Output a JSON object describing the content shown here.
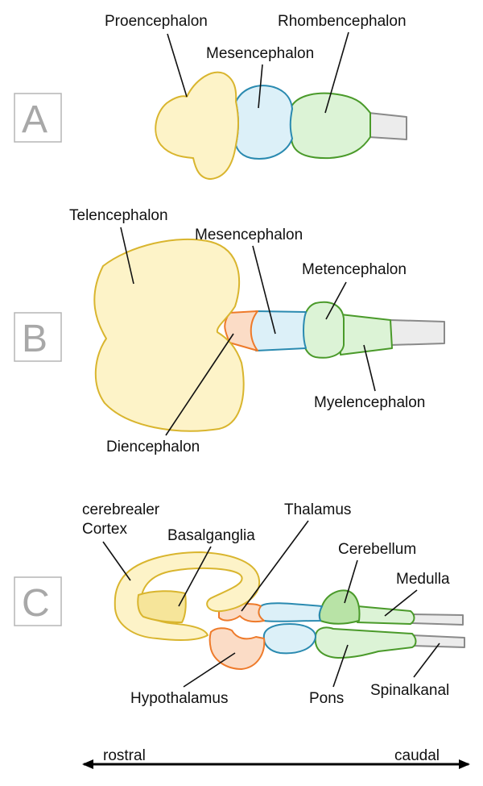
{
  "colors": {
    "prosencephalon_fill": "#fdf3c8",
    "prosencephalon_stroke": "#d9b52e",
    "mesencephalon_fill": "#dcf0f8",
    "mesencephalon_stroke": "#2a8ab0",
    "rhombencephalon_fill": "#dcf3d6",
    "rhombencephalon_stroke": "#4a9a2a",
    "diencephalon_fill": "#fbdcc6",
    "diencephalon_stroke": "#ee7a2a",
    "cerebellum_fill": "#b8e3a6",
    "basal_fill": "#f6e59a",
    "spinal_fill": "#ececec",
    "spinal_stroke": "#8a8a8a"
  },
  "panels": [
    {
      "letter": "A"
    },
    {
      "letter": "B"
    },
    {
      "letter": "C"
    }
  ],
  "labels": {
    "a_proencephalon": "Proencephalon",
    "a_mesencephalon": "Mesencephalon",
    "a_rhombencephalon": "Rhombencephalon",
    "b_telencephalon": "Telencephalon",
    "b_mesencephalon": "Mesencephalon",
    "b_metencephalon": "Metencephalon",
    "b_myelencephalon": "Myelencephalon",
    "b_diencephalon": "Diencephalon",
    "c_cortex_line1": "cerebrealer",
    "c_cortex_line2": "Cortex",
    "c_basalganglia": "Basalganglia",
    "c_thalamus": "Thalamus",
    "c_cerebellum": "Cerebellum",
    "c_medulla": "Medulla",
    "c_hypothalamus": "Hypothalamus",
    "c_pons": "Pons",
    "c_spinalkanal": "Spinalkanal"
  },
  "axis": {
    "rostral": "rostral",
    "caudal": "caudal"
  }
}
